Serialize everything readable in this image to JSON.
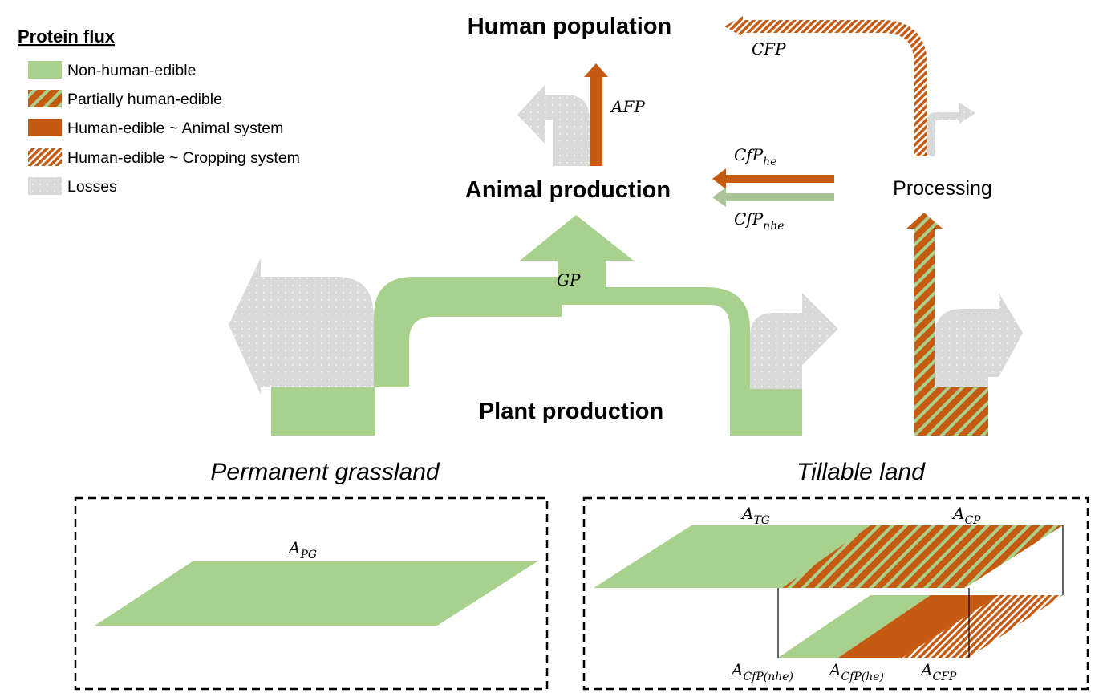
{
  "colors": {
    "green": "#a9d18e",
    "orange": "#c55a11",
    "loss": "#d9d9d9",
    "light_green_arrow": "#a9c497"
  },
  "legend": {
    "title": "Protein flux",
    "items": [
      {
        "label": "Non-human-edible",
        "swatch": "green"
      },
      {
        "label": "Partially human-edible",
        "swatch": "orange-green-stripes"
      },
      {
        "label": "Human-edible ~ Animal system",
        "swatch": "orange"
      },
      {
        "label": "Human-edible ~ Cropping system",
        "swatch": "orange-white-stripes"
      },
      {
        "label": "Losses",
        "swatch": "gray-dotted"
      }
    ]
  },
  "nodes": {
    "human_population": "Human population",
    "animal_production": "Animal production",
    "plant_production": "Plant production",
    "processing": "Processing"
  },
  "flows": {
    "afp": {
      "base": "AFP"
    },
    "cfp": {
      "base": "CFP"
    },
    "cfp_he": {
      "base": "CfP",
      "sub": "he"
    },
    "cfp_nhe": {
      "base": "CfP",
      "sub": "nhe"
    },
    "gp": {
      "base": "GP"
    }
  },
  "land": {
    "permanent_grassland": {
      "title": "Permanent grassland",
      "area": {
        "base": "A",
        "sub": "PG"
      }
    },
    "tillable_land": {
      "title": "Tillable land",
      "areas": {
        "tg": {
          "base": "A",
          "sub": "TG"
        },
        "cp": {
          "base": "A",
          "sub": "CP"
        },
        "cfp_nhe": {
          "base": "A",
          "sub": "CfP(nhe)"
        },
        "cfp_he": {
          "base": "A",
          "sub": "CfP(he)"
        },
        "cfp": {
          "base": "A",
          "sub": "CFP"
        }
      }
    }
  }
}
